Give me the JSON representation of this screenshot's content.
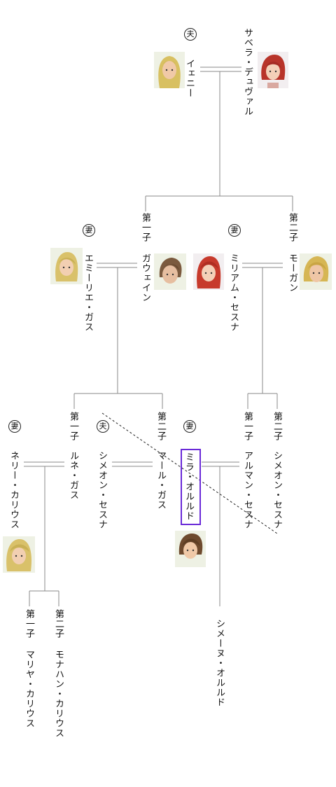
{
  "gen1": {
    "husband_mark": "夫",
    "husband": "イェニー",
    "wife": "サベラ・デュヴァル"
  },
  "gen2": {
    "first_child_label": "第一子",
    "first_child": "ガウェイン",
    "first_wife_mark": "妻",
    "first_wife": "エミーリエ・ガス",
    "second_child_label": "第二子",
    "second_child": "モーガン",
    "second_wife_mark": "妻",
    "second_wife": "ミリアム・セスナ"
  },
  "gen3": {
    "g_first_label": "第一子",
    "g_first": "ルネ・ガス",
    "g_first_wife_mark": "妻",
    "g_first_wife": "ネリー・カリウス",
    "g_second_label": "第二子",
    "g_second": "マール・ガス",
    "g_second_husband_mark": "夫",
    "g_second_husband": "シメオン・セスナ",
    "m_first_label": "第一子",
    "m_first": "アルマン・セスナ",
    "m_first_wife_mark": "妻",
    "m_first_wife": "ミラ・オルルド",
    "m_second_label": "第二子",
    "m_second": "シメオン・セスナ"
  },
  "gen4": {
    "r_first_label": "第一子",
    "r_first": "マリヤ・カリウス",
    "r_second_label": "第二子",
    "r_second": "モナハン・カリウス",
    "a_child": "シメーヌ・オルルド"
  },
  "colors": {
    "line": "#888888",
    "highlight": "#6a2ad8"
  },
  "icons": {
    "portrait": "character-portrait-icon"
  }
}
